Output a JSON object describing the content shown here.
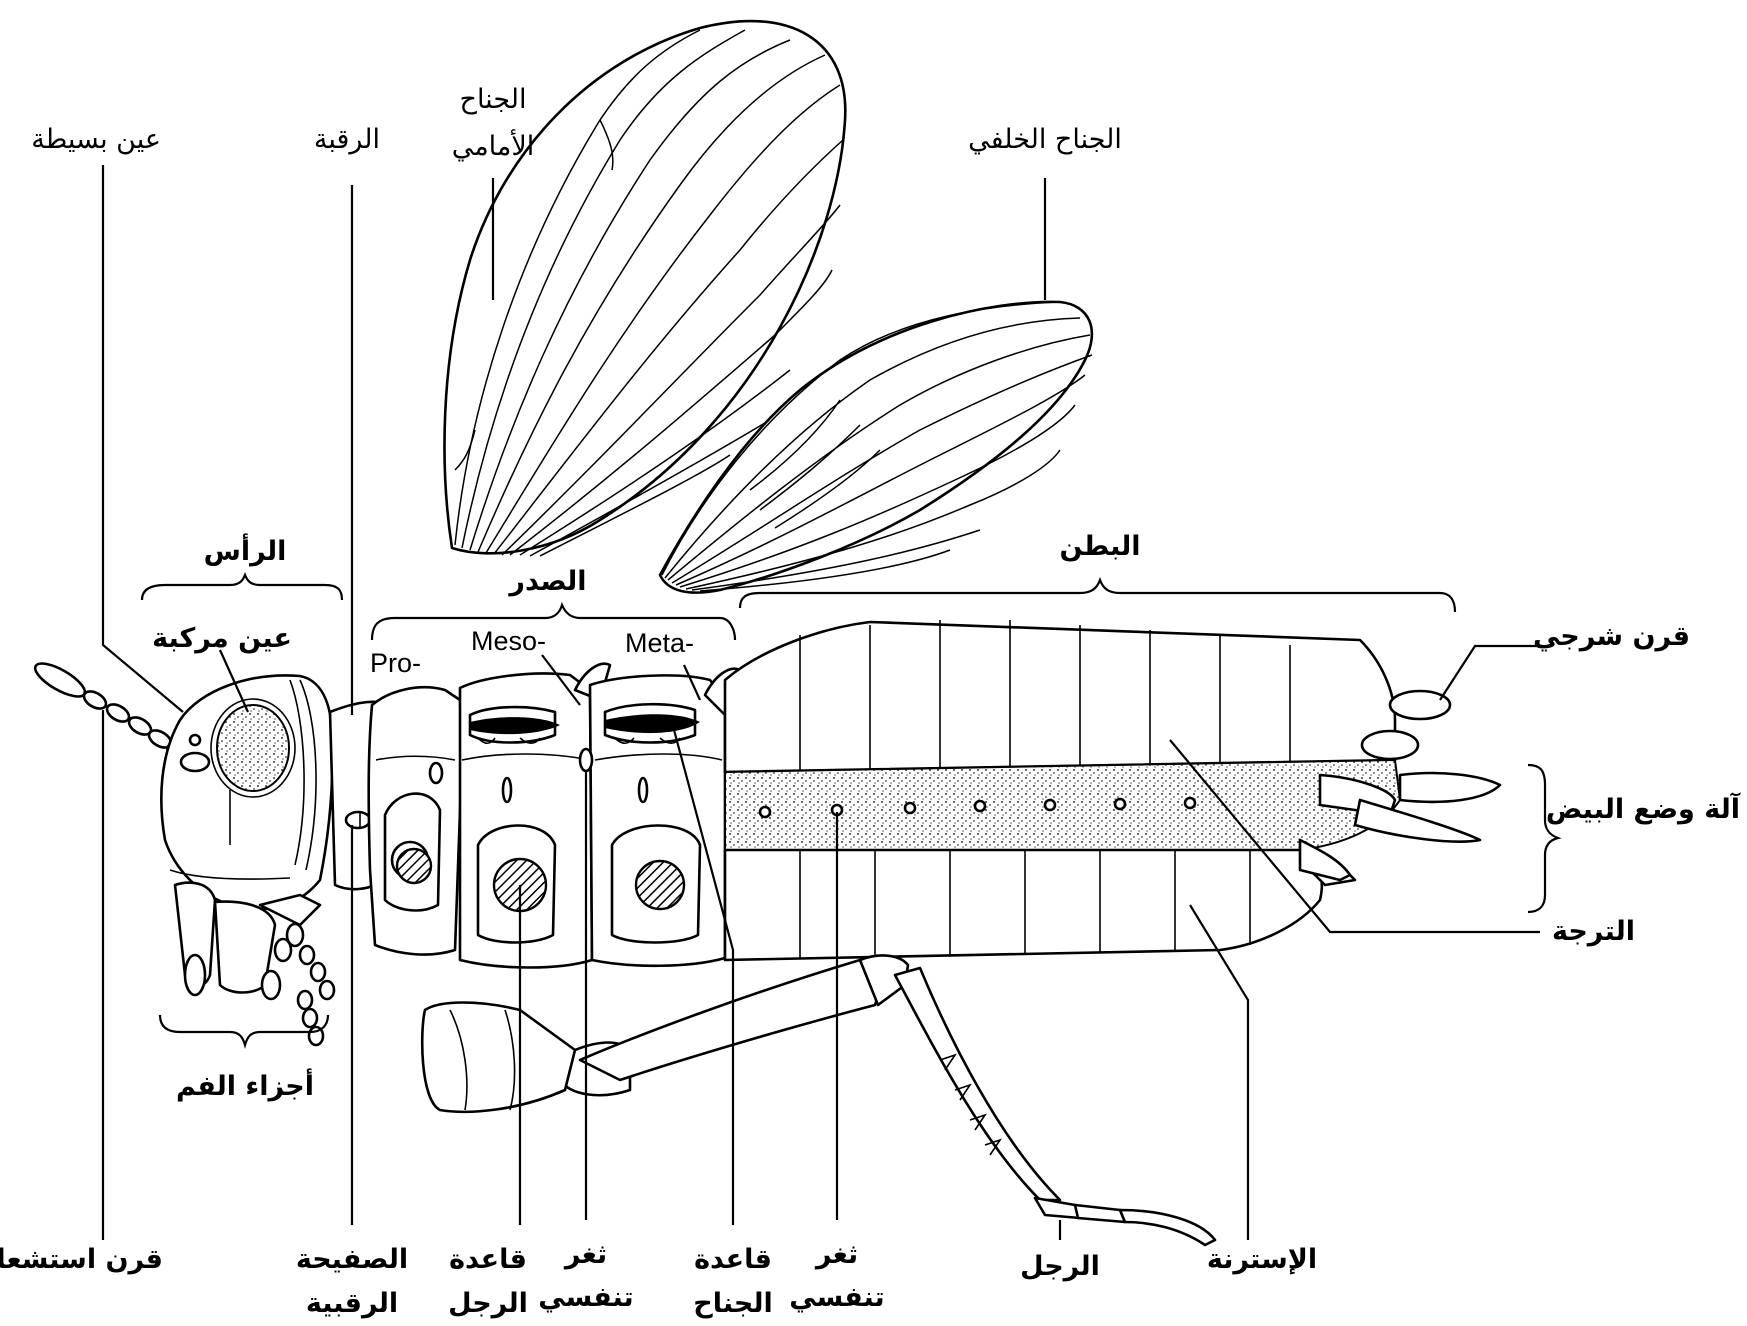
{
  "labels": {
    "simple_eye": "عين بسيطة",
    "neck": "الرقبة",
    "forewing_1": "الجناح",
    "forewing_2": "الأمامي",
    "hindwing": "الجناح الخلفي",
    "head": "الرأس",
    "compound_eye": "عين مركبة",
    "thorax": "الصدر",
    "abdomen": "البطن",
    "pro": "Pro-",
    "meso": "Meso-",
    "meta": "Meta-",
    "cercus": "قرن شرجي",
    "ovipositor": "آلة وضع البيض",
    "tergum": "الترجة",
    "mouthparts": "أجزاء الفم",
    "antenna": "قرن استشعار",
    "pronotum_1": "الصفيحة",
    "pronotum_2": "الرقبية",
    "leg_base_1": "قاعدة",
    "leg_base_2": "الرجل",
    "spiracle_a_1": "ثغر",
    "spiracle_a_2": "تنفسي",
    "wing_base_1": "قاعدة",
    "wing_base_2": "الجناح",
    "spiracle_b_1": "ثغر",
    "spiracle_b_2": "تنفسي",
    "leg": "الرجل",
    "sternum": "الإسترنة"
  }
}
